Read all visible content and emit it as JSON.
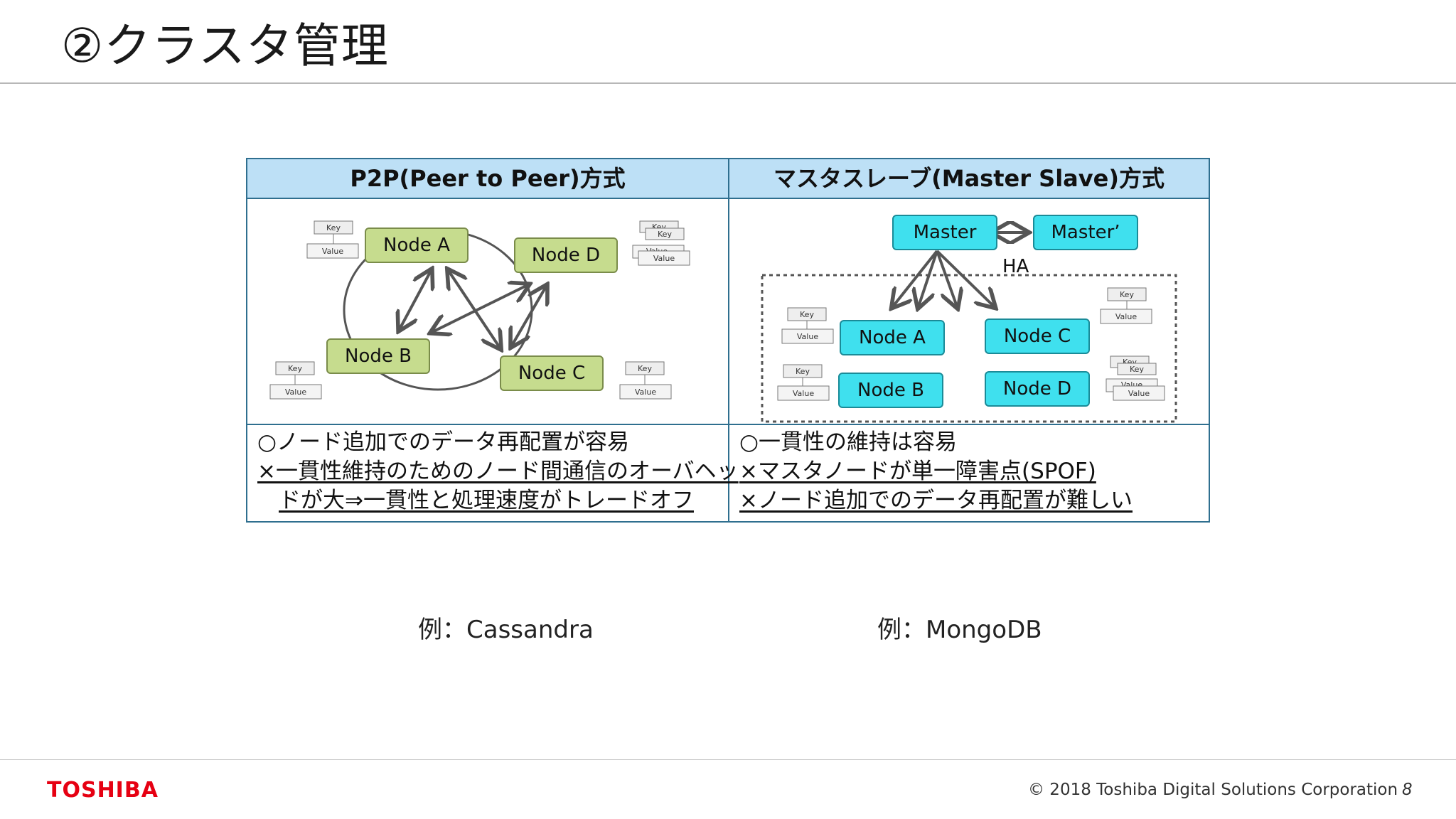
{
  "slide": {
    "title": "②クラスタ管理",
    "page_number": "8",
    "copyright": "© 2018 Toshiba Digital Solutions Corporation",
    "logo": "TOSHIBA"
  },
  "table": {
    "headers": [
      "P2P(Peer to Peer)方式",
      "マスタスレーブ(Master Slave)方式"
    ],
    "p2p_lines": [
      "○ノード追加でのデータ再配置が容易",
      "×一貫性維持のためのノード間通信のオーバヘッ",
      "ドが大⇒一貫性と処理速度がトレードオフ"
    ],
    "ms_lines": [
      "○一貫性の維持は容易",
      "×マスタノードが単一障害点(SPOF)",
      "×ノード追加でのデータ再配置が難しい"
    ]
  },
  "p2p_diagram": {
    "nodes": [
      "Node A",
      "Node D",
      "Node B",
      "Node C"
    ],
    "kv_key": "Key",
    "kv_value": "Value"
  },
  "ms_diagram": {
    "master": "Master",
    "master_backup": "Master’",
    "ha_label": "HA",
    "nodes": [
      "Node A",
      "Node C",
      "Node B",
      "Node D"
    ],
    "kv_key": "Key",
    "kv_value": "Value"
  },
  "examples": {
    "p2p": "例：Cassandra",
    "ms": "例：MongoDB"
  },
  "colors": {
    "header_fill": "#bde0f6",
    "border": "#2f6f8f",
    "p2p_node_fill": "#c6dc8e",
    "ms_node_fill": "#3fe0ee",
    "logo_red": "#e60012"
  }
}
